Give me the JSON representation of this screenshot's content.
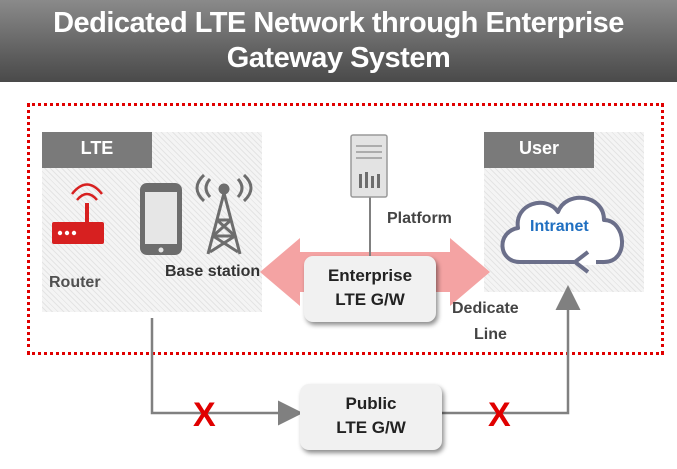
{
  "title": {
    "line1": "Dedicated LTE Network through Enterprise",
    "line2": "Gateway System"
  },
  "lte_panel": {
    "tag": "LTE",
    "router_label": "Router",
    "base_station_label": "Base station"
  },
  "user_panel": {
    "tag": "User",
    "intranet_label": "Intranet"
  },
  "platform_label": "Platform",
  "enterprise_gw": {
    "line1": "Enterprise",
    "line2": "LTE G/W"
  },
  "dedicate_line": {
    "line1": "Dedicate",
    "line2": "Line"
  },
  "public_gw": {
    "line1": "Public",
    "line2": "LTE G/W"
  },
  "blocked_mark": "X",
  "colors": {
    "title_bg": "#5c5c5c",
    "accent_red": "#e00000",
    "arrow_pink": "#f4a3a3",
    "cloud_stroke": "#6b6f8a",
    "intranet_text": "#1f6fc1"
  }
}
